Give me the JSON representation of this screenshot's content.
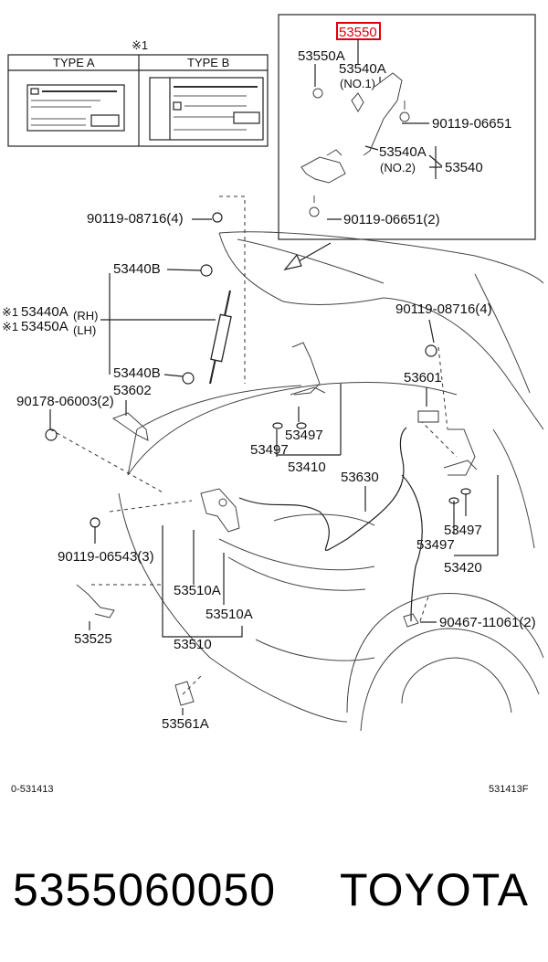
{
  "note_mark": "※1",
  "table": {
    "type_a": "TYPE A",
    "type_b": "TYPE B"
  },
  "inset_labels": {
    "highlight": "53550",
    "l53550a": "53550A",
    "l53540a_1": "53540A",
    "no1": "(NO.1)",
    "bolt1": "90119-06651",
    "l53540a_2": "53540A",
    "no2": "(NO.2)",
    "l53540": "53540",
    "bolt2": "90119-06651(2)"
  },
  "labels": {
    "bolt_top_left": "90119-08716(4)",
    "support_top": "53440B",
    "mark1": "※1",
    "mark2": "※1",
    "support_rh": "53440A",
    "rh": "(RH)",
    "support_lh": "53450A",
    "lh": "(LH)",
    "support_bottom": "53440B",
    "part_53602": "53602",
    "clip": "90178-06003(2)",
    "bolt_right": "90119-08716(4)",
    "part_53601": "53601",
    "washer_a": "53497",
    "washer_b": "53497",
    "hinge_l": "53410",
    "cable": "53630",
    "washer_c": "53497",
    "washer_d": "53497",
    "hinge_r": "53420",
    "bolt_lock": "90119-06543(3)",
    "lock_a1": "53510A",
    "lock_a2": "53510A",
    "lock": "53510",
    "part_53525": "53525",
    "clamp": "90467-11061(2)",
    "part_53561a": "53561A"
  },
  "footer": {
    "left_code": "0-531413",
    "right_code": "531413F",
    "part_number": "5355060050",
    "brand": "TOYOTA"
  },
  "colors": {
    "highlight_border": "#e0000b",
    "ink": "#111111"
  }
}
